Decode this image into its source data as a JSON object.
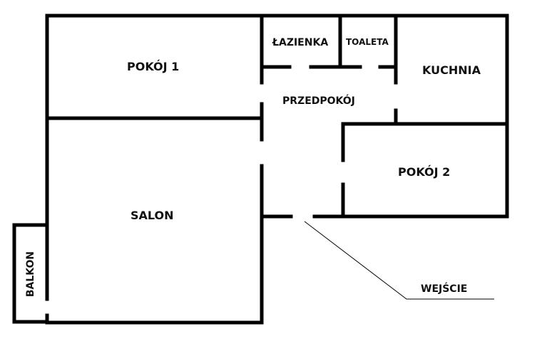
{
  "plan": {
    "wall_color": "#000000",
    "background": "#ffffff",
    "rooms": {
      "pokoj1": "POKÓJ 1",
      "lazienka": "ŁAZIENKA",
      "toaleta": "TOALETA",
      "kuchnia": "KUCHNIA",
      "przedpokoj": "PRZEDPOKÓJ",
      "pokoj2": "POKÓJ 2",
      "salon": "SALON",
      "balkon": "BALKON"
    },
    "annotations": {
      "entrance": "WEJŚCIE"
    }
  }
}
